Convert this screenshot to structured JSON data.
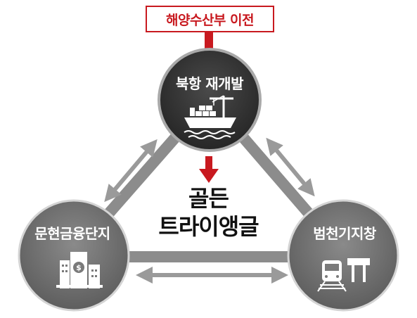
{
  "top_label": "해양수산부 이전",
  "nodes": {
    "north": {
      "label": "북항 재개발",
      "icon": "cargo-ship-crane-icon"
    },
    "west": {
      "label": "문현금융단지",
      "icon": "bank-buildings-icon"
    },
    "east": {
      "label": "범천기지창",
      "icon": "train-depot-icon"
    }
  },
  "center": {
    "line1": "골든",
    "line2": "트라이앵글"
  },
  "colors": {
    "accent_red": "#c8191f",
    "north_circle": "#3a3a3a",
    "side_circles": "#7a7a7a",
    "triangle": "#8c8c8c",
    "arrows": "#9a9a9a"
  }
}
